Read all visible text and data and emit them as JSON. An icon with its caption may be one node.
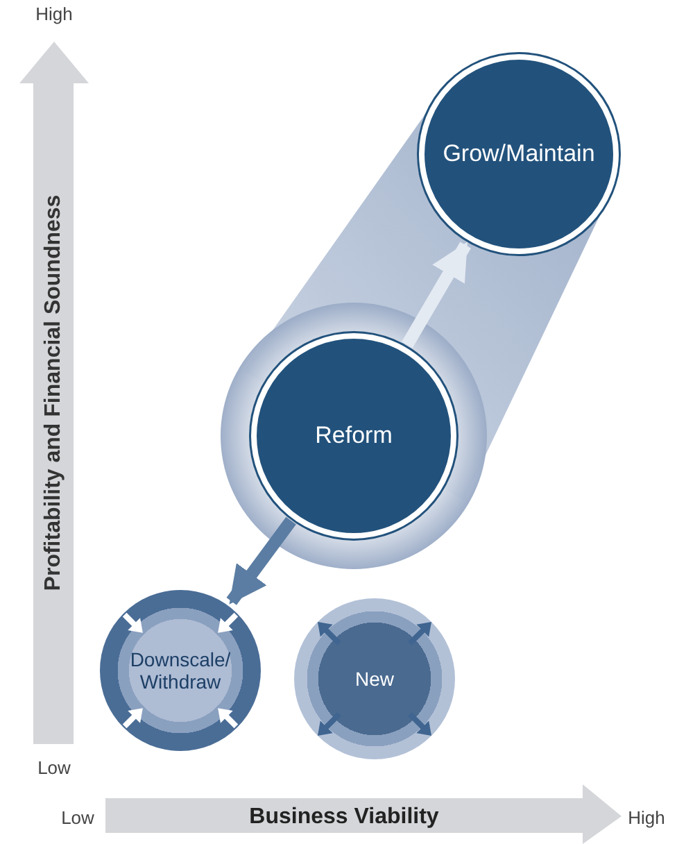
{
  "diagram": {
    "nodes": [
      {
        "text": [
          "Grow/Maintain"
        ]
      },
      {
        "text": [
          "Reform"
        ]
      },
      {
        "text": [
          "Downscale/ Withdraw"
        ]
      },
      {
        "text": [
          "New"
        ]
      }
    ],
    "edges": [
      {
        "from": 1,
        "to": 0,
        "arrow": "to",
        "color": "#e4eaf2"
      },
      {
        "from": 1,
        "to": 2,
        "arrow": "to",
        "color": "#5b7da3"
      }
    ],
    "labels": [
      "High",
      "Profitability and Financial Soundness",
      "Low",
      "Low",
      "Business Viability",
      "High"
    ]
  }
}
